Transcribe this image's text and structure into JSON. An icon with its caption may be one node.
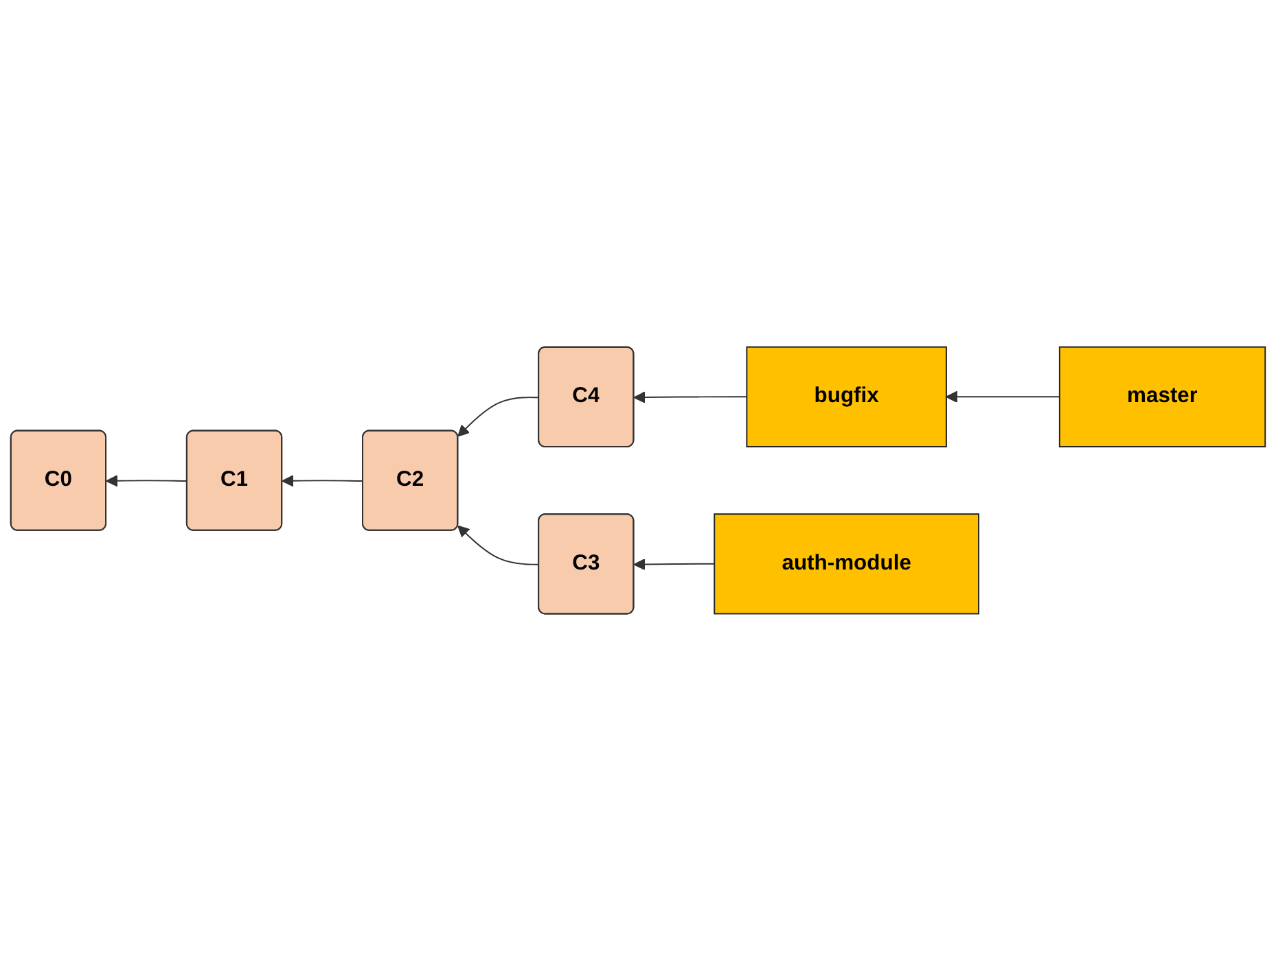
{
  "diagram": {
    "nodes": [
      {
        "text": [
          "master"
        ]
      },
      {
        "text": [
          "bugfix"
        ]
      },
      {
        "text": [
          "C0"
        ]
      },
      {
        "text": [
          "C1"
        ]
      },
      {
        "text": [
          "C2"
        ]
      },
      {
        "text": [
          "C4"
        ]
      },
      {
        "text": [
          "C3"
        ]
      },
      {
        "text": [
          "auth-module"
        ]
      }
    ],
    "edges": [
      {
        "from": 0,
        "to": 1,
        "arrow": "to"
      },
      {
        "from": 1,
        "to": 5,
        "arrow": "to"
      },
      {
        "from": 5,
        "to": 4,
        "arrow": "to"
      },
      {
        "from": 6,
        "to": 4,
        "arrow": "to"
      },
      {
        "from": 4,
        "to": 3,
        "arrow": "to"
      },
      {
        "from": 3,
        "to": 2,
        "arrow": "to"
      },
      {
        "from": 7,
        "to": 6,
        "arrow": "to"
      }
    ]
  }
}
